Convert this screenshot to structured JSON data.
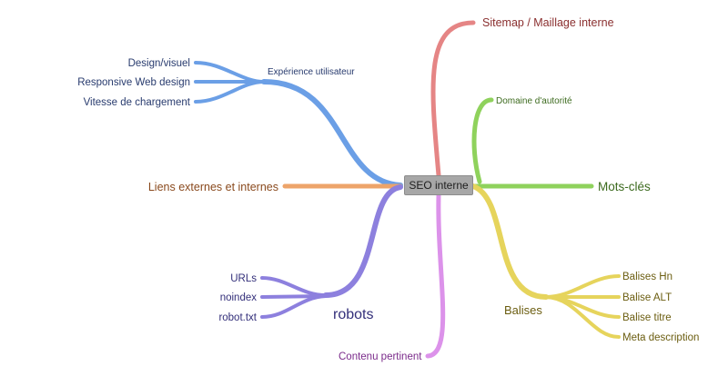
{
  "center": {
    "label": "SEO interne"
  },
  "colors": {
    "blue": "#6b9fe6",
    "orange": "#eda46a",
    "purple": "#8d80de",
    "red": "#e58585",
    "green": "#8fd25c",
    "pink": "#dc92ea",
    "yellow": "#e6d45c"
  },
  "branches": {
    "ux": {
      "label": "Expérience utilisateur",
      "children": [
        "Design/visuel",
        "Responsive Web design",
        "Vitesse de chargement"
      ]
    },
    "links": {
      "label": "Liens externes et internes"
    },
    "robots": {
      "label": "robots",
      "children": [
        "URLs",
        "noindex",
        "robot.txt"
      ]
    },
    "sitemap": {
      "label": "Sitemap / Maillage interne"
    },
    "domain": {
      "label": "Domaine d'autorité"
    },
    "keywords": {
      "label": "Mots-clés"
    },
    "content": {
      "label": "Contenu pertinent"
    },
    "tags": {
      "label": "Balises",
      "children": [
        "Balises Hn",
        "Balise ALT",
        "Balise titre",
        "Meta description"
      ]
    }
  }
}
